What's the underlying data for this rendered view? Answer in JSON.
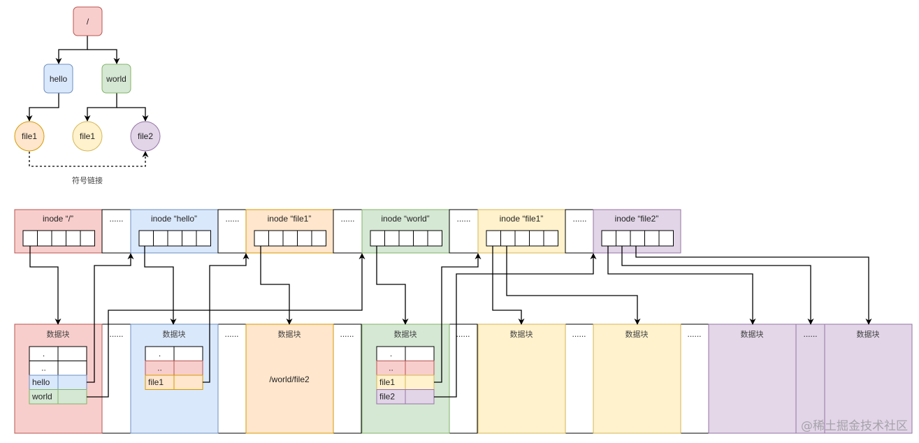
{
  "colors": {
    "red": {
      "fill": "#f8cecc",
      "stroke": "#b85450"
    },
    "blue": {
      "fill": "#dae8fc",
      "stroke": "#6c8ebf"
    },
    "orange": {
      "fill": "#ffe6cc",
      "stroke": "#d79b00"
    },
    "green": {
      "fill": "#d5e8d4",
      "stroke": "#82b366"
    },
    "yellow": {
      "fill": "#fff2cc",
      "stroke": "#d6b656"
    },
    "purple": {
      "fill": "#e1d5e7",
      "stroke": "#9673a6"
    },
    "white": {
      "fill": "#ffffff",
      "stroke": "#000000"
    }
  },
  "tree": {
    "root": "/",
    "hello": "hello",
    "world": "world",
    "hello_file1": "file1",
    "world_file1": "file1",
    "world_file2": "file2",
    "symlink_label": "符号链接"
  },
  "ellipsis": "......",
  "inodes": [
    {
      "label": "inode “/”",
      "color": "red"
    },
    {
      "label": "inode “hello”",
      "color": "blue"
    },
    {
      "label": "inode “file1”",
      "color": "orange"
    },
    {
      "label": "inode “world”",
      "color": "green"
    },
    {
      "label": "inode “file1”",
      "color": "yellow"
    },
    {
      "label": "inode “file2”",
      "color": "purple"
    }
  ],
  "blocks": [
    {
      "label": "数据块",
      "color": "red",
      "entries": [
        {
          "name": ".",
          "color": "white"
        },
        {
          "name": "..",
          "color": "white"
        },
        {
          "name": "hello",
          "color": "blue"
        },
        {
          "name": "world",
          "color": "green"
        }
      ]
    },
    {
      "label": "数据块",
      "color": "blue",
      "entries": [
        {
          "name": ".",
          "color": "white"
        },
        {
          "name": "..",
          "color": "red"
        },
        {
          "name": "file1",
          "color": "orange"
        }
      ]
    },
    {
      "label": "数据块",
      "color": "orange",
      "content": "/world/file2"
    },
    {
      "label": "数据块",
      "color": "green",
      "entries": [
        {
          "name": ".",
          "color": "white"
        },
        {
          "name": "..",
          "color": "red"
        },
        {
          "name": "file1",
          "color": "yellow"
        },
        {
          "name": "file2",
          "color": "purple"
        }
      ]
    },
    {
      "label": "数据块",
      "color": "yellow"
    },
    {
      "label": "数据块",
      "color": "yellow"
    },
    {
      "label": "数据块",
      "color": "purple"
    },
    {
      "label": "数据块",
      "color": "purple"
    }
  ],
  "watermark": "@稀土掘金技术社区"
}
